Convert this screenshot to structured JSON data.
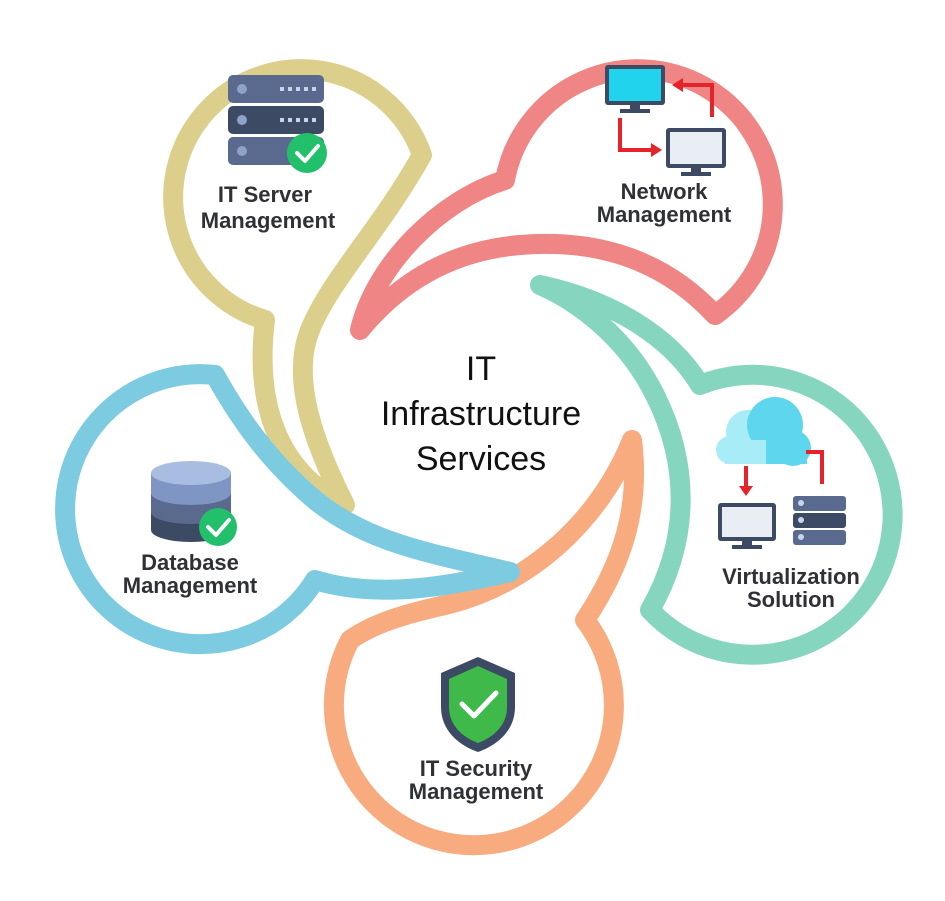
{
  "center": {
    "line1": "IT",
    "line2": "Infrastructure",
    "line3": "Services"
  },
  "services": [
    {
      "id": "server",
      "line1": "IT Server",
      "line2": "Management",
      "icon": "server-stack-check-icon",
      "color": "#dccf8c"
    },
    {
      "id": "network",
      "line1": "Network",
      "line2": "Management",
      "icon": "network-monitors-icon",
      "color": "#ef8585"
    },
    {
      "id": "virtualization",
      "line1": "Virtualization",
      "line2": "Solution",
      "icon": "cloud-virtualization-icon",
      "color": "#86d6bf"
    },
    {
      "id": "security",
      "line1": "IT Security",
      "line2": "Management",
      "icon": "shield-check-icon",
      "color": "#f9ab80"
    },
    {
      "id": "database",
      "line1": "Database",
      "line2": "Management",
      "icon": "database-check-icon",
      "color": "#7ccbe0"
    }
  ],
  "colors": {
    "check_green": "#22c06b",
    "arrow_red": "#e5232a",
    "icon_slate": "#4a5775",
    "screen_cyan": "#22d3ee",
    "shield_green": "#3fb94a"
  }
}
